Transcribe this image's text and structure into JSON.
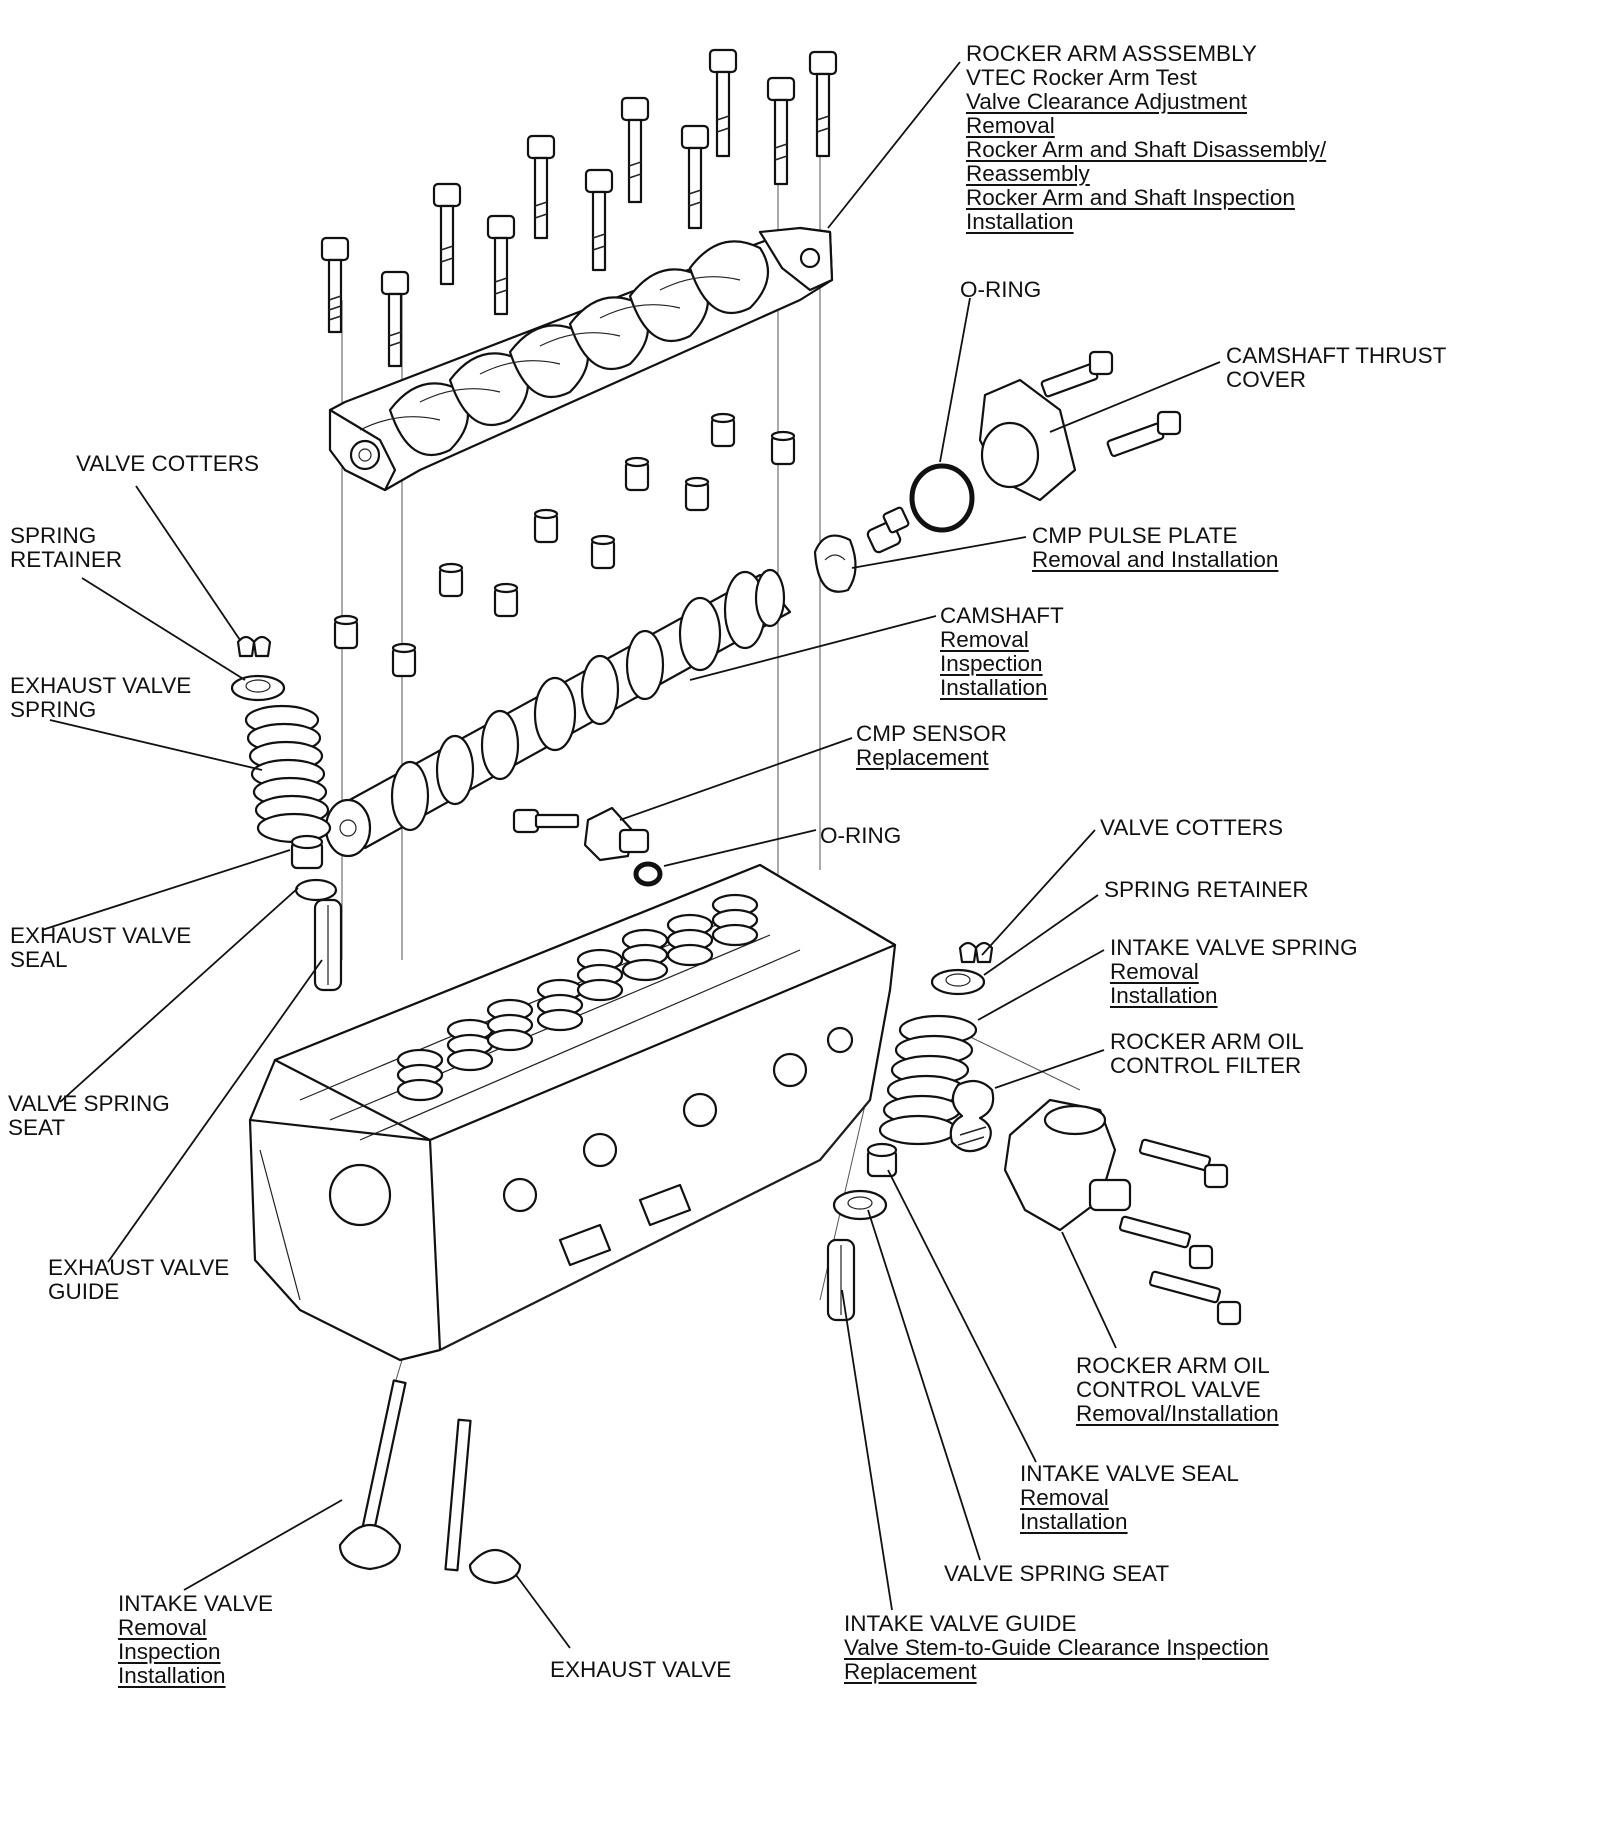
{
  "labels": {
    "rocker_arm_assembly": {
      "title": "ROCKER ARM ASSSEMBLY",
      "title2": "VTEC Rocker Arm Test",
      "links": [
        "Valve Clearance Adjustment",
        "Removal",
        "Rocker Arm and Shaft Disassembly/",
        "Reassembly",
        "Rocker Arm and Shaft Inspection",
        "Installation"
      ]
    },
    "o_ring_top": {
      "title": "O-RING"
    },
    "camshaft_thrust_cover": {
      "title": "CAMSHAFT THRUST",
      "title2": "COVER"
    },
    "valve_cotters_left": {
      "title": "VALVE COTTERS"
    },
    "spring_retainer_left": {
      "title": "SPRING",
      "title2": "RETAINER"
    },
    "cmp_pulse_plate": {
      "title": "CMP PULSE PLATE",
      "links": [
        "Removal and Installation"
      ]
    },
    "camshaft": {
      "title": "CAMSHAFT",
      "links": [
        "Removal",
        "Inspection",
        "Installation"
      ]
    },
    "exhaust_valve_spring": {
      "title": "EXHAUST VALVE",
      "title2": "SPRING"
    },
    "cmp_sensor": {
      "title": "CMP SENSOR",
      "links": [
        "Replacement"
      ]
    },
    "o_ring_mid": {
      "title": "O-RING"
    },
    "valve_cotters_right": {
      "title": "VALVE COTTERS"
    },
    "spring_retainer_right": {
      "title": "SPRING RETAINER"
    },
    "exhaust_valve_seal": {
      "title": "EXHAUST VALVE",
      "title2": "SEAL"
    },
    "intake_valve_spring": {
      "title": "INTAKE VALVE SPRING",
      "links": [
        "Removal",
        "Installation"
      ]
    },
    "rocker_arm_oil_control_filter": {
      "title": "ROCKER ARM OIL",
      "title2": "CONTROL FILTER"
    },
    "valve_spring_seat_left": {
      "title": "VALVE SPRING",
      "title2": "SEAT"
    },
    "exhaust_valve_guide": {
      "title": "EXHAUST VALVE",
      "title2": "GUIDE"
    },
    "rocker_arm_oil_control_valve": {
      "title": "ROCKER ARM OIL",
      "title2": "CONTROL VALVE",
      "links": [
        "Removal/Installation"
      ]
    },
    "intake_valve_seal": {
      "title": "INTAKE VALVE SEAL",
      "links": [
        "Removal",
        "Installation"
      ]
    },
    "valve_spring_seat_right": {
      "title": "VALVE SPRING SEAT"
    },
    "intake_valve": {
      "title": "INTAKE VALVE",
      "links": [
        "Removal",
        "Inspection",
        "Installation"
      ]
    },
    "exhaust_valve": {
      "title": "EXHAUST VALVE"
    },
    "intake_valve_guide": {
      "title": "INTAKE VALVE GUIDE",
      "links": [
        "Valve Stem-to-Guide Clearance Inspection",
        "Replacement"
      ]
    }
  }
}
